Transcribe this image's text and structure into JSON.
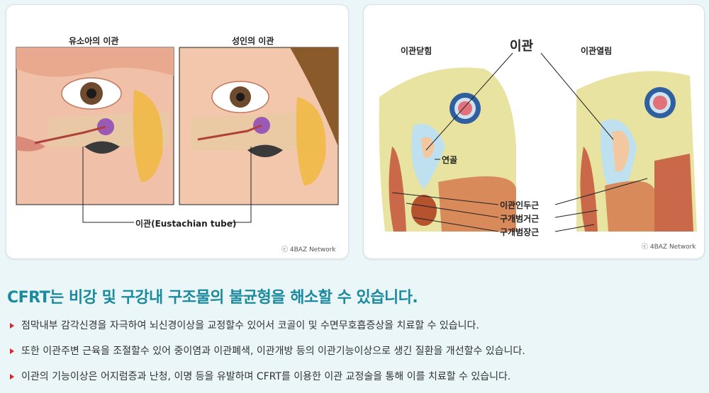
{
  "figure_left": {
    "label_child": "유소아의 이관",
    "label_adult": "성인의 이관",
    "label_tube": "이관(Eustachian tube)",
    "credit": "ⓒ 4BAZ Network"
  },
  "figure_right": {
    "label_closed": "이관닫힘",
    "label_tube": "이관",
    "label_open": "이관열림",
    "label_cartilage": "연골",
    "label_muscle1": "이관인두근",
    "label_muscle2": "구개범거근",
    "label_muscle3": "구개범장근",
    "credit": "ⓒ 4BAZ Network"
  },
  "content": {
    "heading": "CFRT는 비강 및 구강내 구조물의 불균형을 해소할 수 있습니다.",
    "bullets": [
      "점막내부 감각신경을 자극하여 뇌신경이상을 교정할수 있어서 코골이 및 수면무호흡증상을 치료할 수 있습니다.",
      "또한 이관주변 근육을 조절할수 있어 중이염과 이관폐색, 이관개방 등의 이관기능이상으로 생긴 질환을 개선할수 있습니다.",
      "이관의 기능이상은  어지럼증과 난청, 이명 등을 유발하며 CFRT를 이용한 이관 교정술을 통해 이를 치료할 수 있습니다."
    ]
  },
  "colors": {
    "heading": "#1c8a9e",
    "bullet_marker": "#d8262b",
    "background": "#eaf6f8"
  }
}
